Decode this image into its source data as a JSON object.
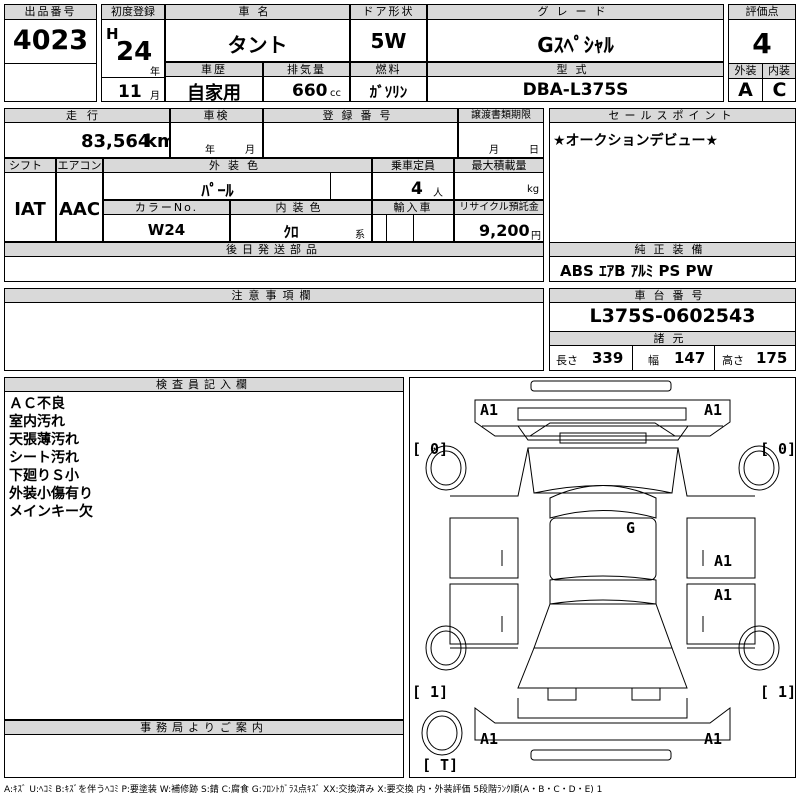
{
  "headers": {
    "lot_no": "出品番号",
    "first_reg": "初度登録",
    "car_name": "車名",
    "door": "ドア形状",
    "grade": "グレード",
    "score": "評価点",
    "history": "車歴",
    "displacement": "排気量",
    "fuel": "燃料",
    "model_code": "型式",
    "exterior": "外装",
    "interior": "内装",
    "mileage": "走行",
    "inspection": "車検",
    "reg_no": "登録番号",
    "transfer_deadline": "譲渡書類期限",
    "sales_point": "セールスポイント",
    "shift": "シフト",
    "aircon": "エアコン",
    "ext_color": "外装色",
    "capacity": "乗車定員",
    "max_load": "最大積載量",
    "color_no": "カラーNo.",
    "int_color": "内装色",
    "import": "輸入車",
    "recycle": "リサイクル預託金",
    "delivery_parts": "後日発送部品",
    "equipment": "純正装備",
    "notes": "注意事項欄",
    "chassis": "車台番号",
    "specs": "諸元",
    "inspector": "検査員記入欄",
    "office": "事務局よりご案内"
  },
  "values": {
    "lot_no": "4023",
    "era": "H",
    "year": "24",
    "year_unit": "年",
    "month": "11",
    "month_unit": "月",
    "car_name": "タント",
    "door": "5W",
    "grade": "Gｽﾍﾟｼｬﾙ",
    "score": "4",
    "history": "自家用",
    "displacement": "660",
    "displacement_unit": "cc",
    "fuel": "ｶﾞｿﾘﾝ",
    "model_code": "DBA-L375S",
    "exterior_grade": "A",
    "interior_grade": "C",
    "mileage": "83,564",
    "mileage_unit": "km",
    "insp_year_unit": "年",
    "insp_month_unit": "月",
    "deadline_month_unit": "月",
    "deadline_day_unit": "日",
    "sales_point": "★オークションデビュー★",
    "shift": "IAT",
    "aircon": "AAC",
    "ext_color": "ﾊﾟｰﾙ",
    "capacity": "4",
    "capacity_unit": "人",
    "load_unit": "kg",
    "color_no": "W24",
    "int_color": "ｸﾛ",
    "int_color_suffix": "系",
    "recycle": "9,200",
    "recycle_unit": "円",
    "equipment": "ABS ｴｱB ｱﾙﾐ PS PW",
    "chassis": "L375S-0602543",
    "length_label": "長さ",
    "length": "339",
    "width_label": "幅",
    "width": "147",
    "height_label": "高さ",
    "height": "175"
  },
  "inspector_notes": [
    "ＡＣ不良",
    "室内汚れ",
    "天張薄汚れ",
    "シート汚れ",
    "下廻りＳ小",
    "外装小傷有り",
    "メインキー欠"
  ],
  "damage": {
    "front_left": "A1",
    "front_right": "A1",
    "tire_fl": "[ 0]",
    "tire_fr": "[ 0]",
    "roof": "G",
    "right_front_door": "A1",
    "right_rear_door": "A1",
    "tire_rl": "[ 1]",
    "tire_rr": "[ 1]",
    "rear_left": "A1",
    "rear_right": "A1",
    "spare": "[ T]"
  },
  "legend": "A:ｷｽﾞ U:ﾍｺﾐ B:ｷｽﾞを伴うﾍｺﾐ P:要塗装 W:補修跡 S:錆 C:腐食 G:ﾌﾛﾝﾄｶﾞﾗｽ点ｷｽﾞ XX:交換済み X:要交換 内・外装評価 5段階ﾗﾝｸ順(A・B・C・D・E) 1"
}
